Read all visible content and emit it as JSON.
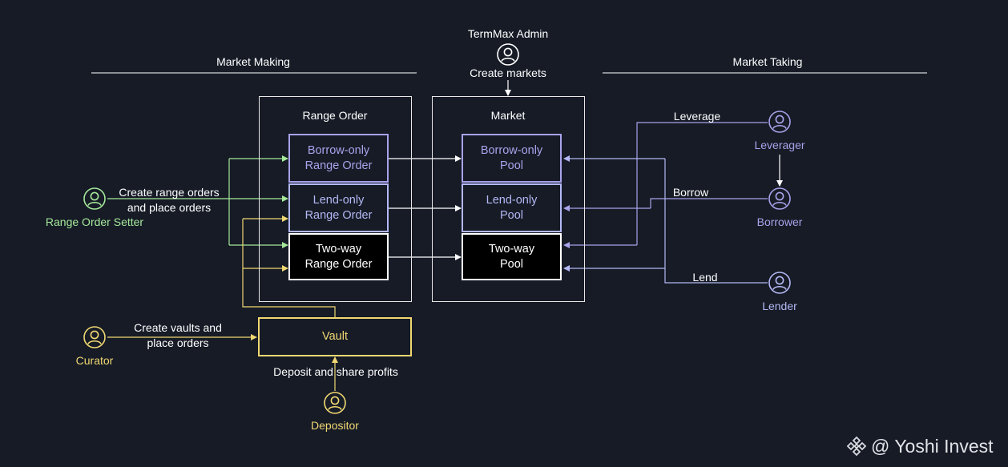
{
  "colors": {
    "background": "#161b26",
    "white": "#ffffff",
    "purple": "#a8a3ea",
    "blue": "#b4b8f4",
    "green": "#a6e99a",
    "yellow": "#f1d872",
    "gray_line": "#8c8f96"
  },
  "sections": {
    "market_making": "Market Making",
    "market_taking": "Market Taking"
  },
  "admin": {
    "title": "TermMax Admin",
    "action": "Create markets",
    "icon": "user-icon"
  },
  "range_order_group": {
    "title": "Range Order",
    "borrow_only": "Borrow-only\nRange Order",
    "lend_only": "Lend-only\nRange Order",
    "two_way": "Two-way\nRange Order"
  },
  "market_group": {
    "title": "Market",
    "borrow_only": "Borrow-only\nPool",
    "lend_only": "Lend-only\nPool",
    "two_way": "Two-way\nPool"
  },
  "range_order_setter": {
    "label": "Range Order Setter",
    "action_line1": "Create range orders",
    "action_line2": "and place orders"
  },
  "curator": {
    "label": "Curator",
    "action_line1": "Create vaults and",
    "action_line2": "place orders"
  },
  "vault": {
    "label": "Vault"
  },
  "depositor": {
    "label": "Depositor",
    "action": "Deposit and share profits"
  },
  "takers": {
    "leverager": "Leverager",
    "borrower": "Borrower",
    "lender": "Lender",
    "leverage_action": "Leverage",
    "borrow_action": "Borrow",
    "lend_action": "Lend"
  },
  "watermark": {
    "text": "@ Yoshi Invest",
    "icon": "binance-diamond-icon"
  }
}
